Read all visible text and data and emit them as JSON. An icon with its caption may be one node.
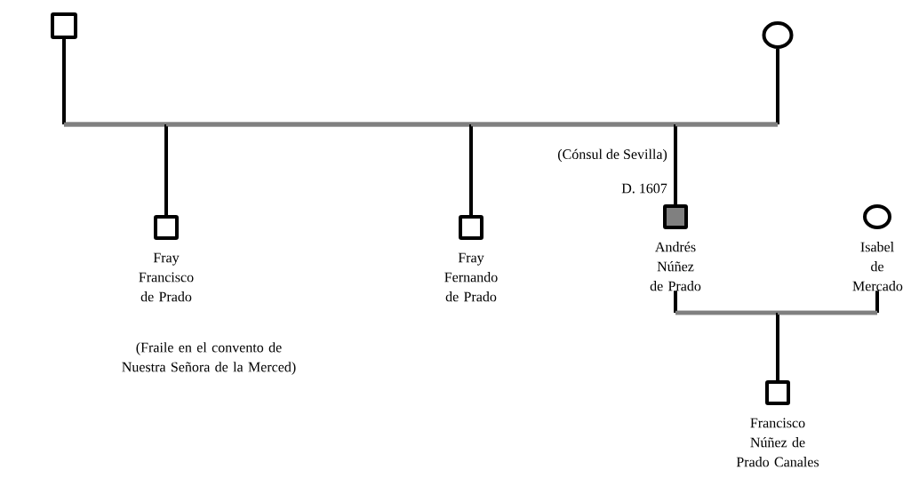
{
  "diagram": {
    "nodes": [
      {
        "text": [],
        "shape": "square"
      },
      {
        "text": [],
        "shape": "circle"
      },
      {
        "text": [
          "Fray Francisco de Prado"
        ]
      },
      {
        "text": [
          "Fray Fernando de Prado"
        ]
      },
      {
        "text": [
          "Andrés Núñez de Prado"
        ],
        "beside": [
          "(Cónsul de Sevilla)",
          "D. 1607"
        ]
      },
      {
        "text": [
          "Isabel de Mercado"
        ]
      },
      {
        "text": [
          "Francisco Núñez de Prado Canales"
        ]
      }
    ],
    "edges": [
      {
        "from": 0,
        "to": 1,
        "arrow": "none"
      },
      {
        "from": 0,
        "to": 2,
        "arrow": "none"
      },
      {
        "from": 0,
        "to": 3,
        "arrow": "none"
      },
      {
        "from": 0,
        "to": 4,
        "arrow": "none"
      },
      {
        "from": 1,
        "to": 2,
        "arrow": "none"
      },
      {
        "from": 1,
        "to": 3,
        "arrow": "none"
      },
      {
        "from": 1,
        "to": 4,
        "arrow": "none"
      },
      {
        "from": 4,
        "to": 5,
        "arrow": "none"
      },
      {
        "from": 4,
        "to": 6,
        "arrow": "none"
      },
      {
        "from": 5,
        "to": 6,
        "arrow": "none"
      }
    ],
    "labels": [
      "(Fraile en el convento de Nuestra Señora de la Merced)"
    ]
  }
}
